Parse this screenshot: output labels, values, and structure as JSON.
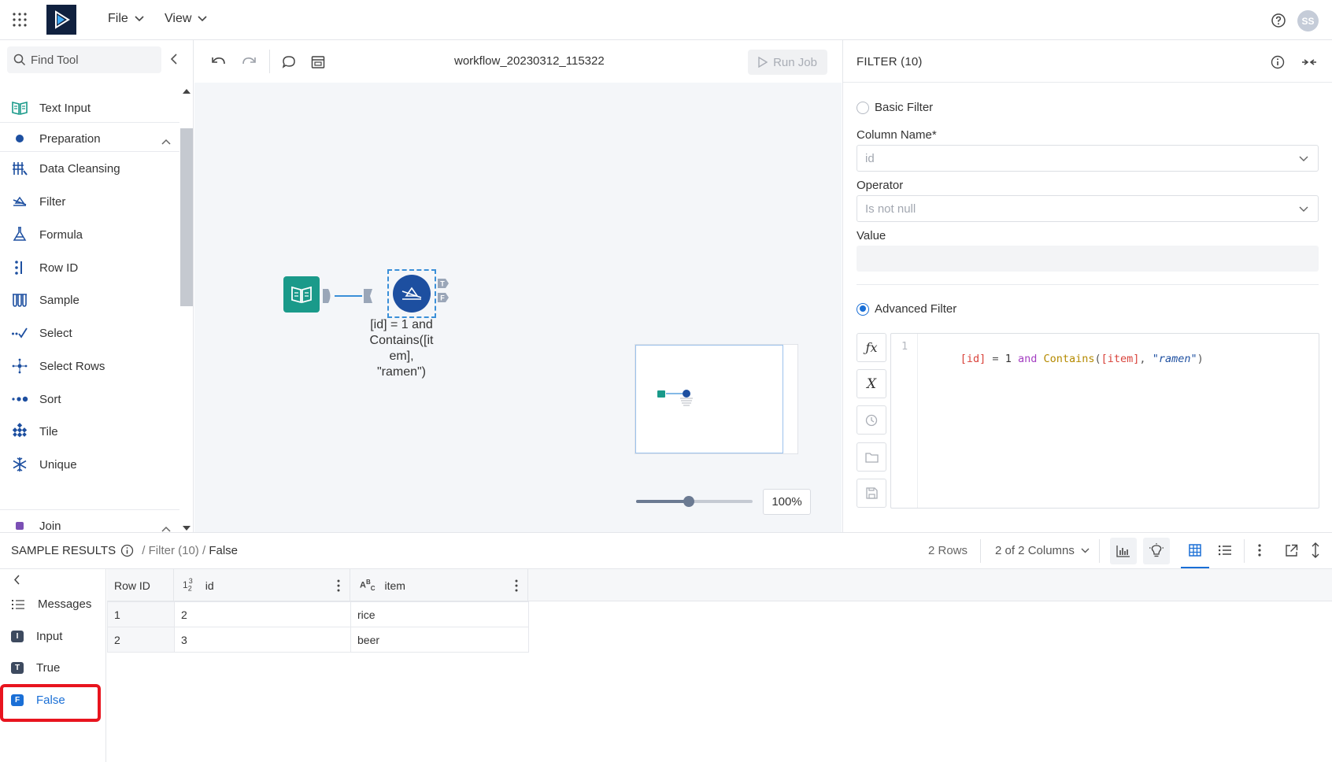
{
  "topbar": {
    "menu": [
      {
        "label": "File"
      },
      {
        "label": "View"
      }
    ],
    "avatar_initials": "SS"
  },
  "palette": {
    "search_placeholder": "Find Tool",
    "items": [
      {
        "label": "Text Input",
        "icon": "book-icon"
      },
      {
        "label": "Preparation",
        "icon": "dot-icon",
        "group": true
      },
      {
        "label": "Data Cleansing",
        "icon": "cleansing-icon"
      },
      {
        "label": "Filter",
        "icon": "filter-icon"
      },
      {
        "label": "Formula",
        "icon": "formula-icon"
      },
      {
        "label": "Row ID",
        "icon": "rowid-icon"
      },
      {
        "label": "Sample",
        "icon": "sample-icon"
      },
      {
        "label": "Select",
        "icon": "select-icon"
      },
      {
        "label": "Select Rows",
        "icon": "select-rows-icon"
      },
      {
        "label": "Sort",
        "icon": "sort-icon"
      },
      {
        "label": "Tile",
        "icon": "tile-icon"
      },
      {
        "label": "Unique",
        "icon": "unique-icon"
      },
      {
        "label": "Join",
        "icon": "square-icon",
        "group": true
      }
    ]
  },
  "canvas": {
    "workflow_title": "workflow_20230312_115322",
    "run_label": "Run Job",
    "filter_node_label": "[id] = 1 and Contains([item], \"ramen\")",
    "filter_node_lines": [
      "[id] = 1 and",
      "Contains([it",
      "em],",
      "\"ramen\")"
    ],
    "zoom_level": "100%",
    "zoom_slider_fraction": 0.45
  },
  "config": {
    "title": "FILTER (10)",
    "basic_filter_label": "Basic Filter",
    "column_name_label": "Column Name*",
    "column_name_value": "id",
    "operator_label": "Operator",
    "operator_value": "Is not null",
    "value_label": "Value",
    "advanced_filter_label": "Advanced Filter",
    "selected_mode": "advanced",
    "line_number": "1",
    "expression_tokens": {
      "t1": "[id]",
      "t2": " = ",
      "t3": "1",
      "t4": " and ",
      "t5": "Contains",
      "t6": "(",
      "t7": "[item]",
      "t8": ", ",
      "t9": "\"ramen\"",
      "t10": ")"
    },
    "colors": {
      "field": "#d9423a",
      "keyword": "#a43fc2",
      "function": "#b58a00",
      "string": "#1d4fa0",
      "accent": "#1a6fd6"
    }
  },
  "results": {
    "title": "SAMPLE RESULTS",
    "breadcrumb": [
      " / Filter (10)",
      " / ",
      "False"
    ],
    "row_count": "2 Rows",
    "columns_count": "2 of 2 Columns",
    "side_items": [
      {
        "label": "Messages",
        "icon": "list-icon"
      },
      {
        "label": "Input",
        "badge": "I"
      },
      {
        "label": "True",
        "badge": "T"
      },
      {
        "label": "False",
        "badge": "F",
        "selected": true
      }
    ],
    "table": {
      "headers": [
        "Row ID",
        "id",
        "item"
      ],
      "header_type_badges": [
        "",
        "1²₃",
        "A^B_C"
      ],
      "rows": [
        [
          "1",
          "2",
          "rice"
        ],
        [
          "2",
          "3",
          "beer"
        ]
      ]
    }
  }
}
